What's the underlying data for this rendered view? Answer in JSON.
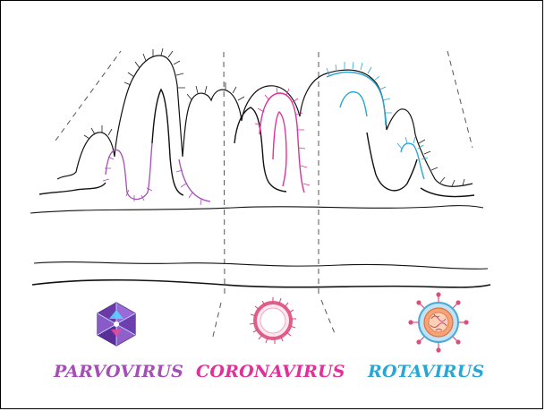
{
  "virus_labels": {
    "parvovirus": "PARVOVIRUS",
    "coronavirus": "CORONAVIRUS",
    "rotavirus": "ROTAVIRUS"
  },
  "colors": {
    "parvovirus": "#a34fb6",
    "coronavirus": "#e0309a",
    "rotavirus": "#2aa6d6",
    "tissue_outline": "#111111"
  },
  "icons": {
    "parvovirus": "icosahedral-capsid-icon",
    "coronavirus": "spiked-envelope-icon",
    "rotavirus": "wheel-capsid-icon"
  }
}
